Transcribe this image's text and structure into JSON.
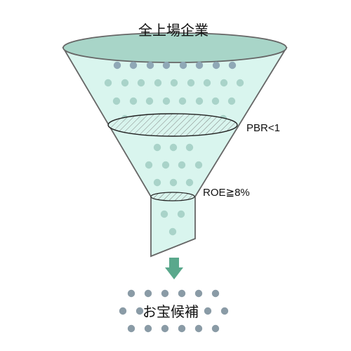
{
  "diagram": {
    "top_label": "全上場企業",
    "filters": [
      {
        "label": "PBR<1"
      },
      {
        "label": "ROE≧8%"
      }
    ],
    "result_label": "お宝候補",
    "colors": {
      "funnel_fill": "#d9f5ee",
      "funnel_top": "#a8d5c8",
      "funnel_stroke": "#666666",
      "dot_light": "#a9d3c9",
      "dot_blue": "#8fa8b6",
      "dot_result": "#8a9ba6",
      "arrow": "#5aa88c"
    }
  }
}
